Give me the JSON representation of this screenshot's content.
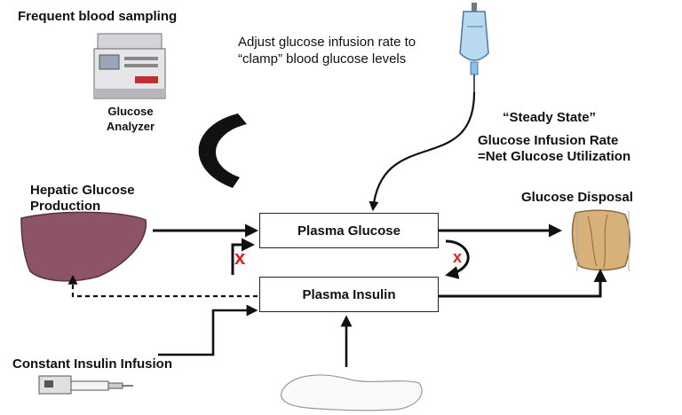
{
  "labels": {
    "frequent_sampling": "Frequent blood sampling",
    "analyzer_line1": "Glucose",
    "analyzer_line2": "Analyzer",
    "adjust_line1": "Adjust glucose infusion rate to",
    "adjust_line2": "“clamp” blood glucose levels",
    "steady_state": "“Steady State”",
    "gir_line1": "Glucose Infusion Rate",
    "gir_line2": "=Net Glucose Utilization",
    "hgp_line1": "Hepatic Glucose",
    "hgp_line2": "Production",
    "glucose_disposal": "Glucose Disposal",
    "constant_insulin": "Constant Insulin Infusion"
  },
  "boxes": {
    "plasma_glucose": "Plasma Glucose",
    "plasma_insulin": "Plasma Insulin"
  },
  "marks": {
    "inhibit_left": "x",
    "inhibit_right": "x"
  },
  "colors": {
    "inhibit": "#e02020",
    "liver": "#8c5466",
    "muscle": "#d8b079",
    "iv_fluid": "#b9d9f0"
  }
}
